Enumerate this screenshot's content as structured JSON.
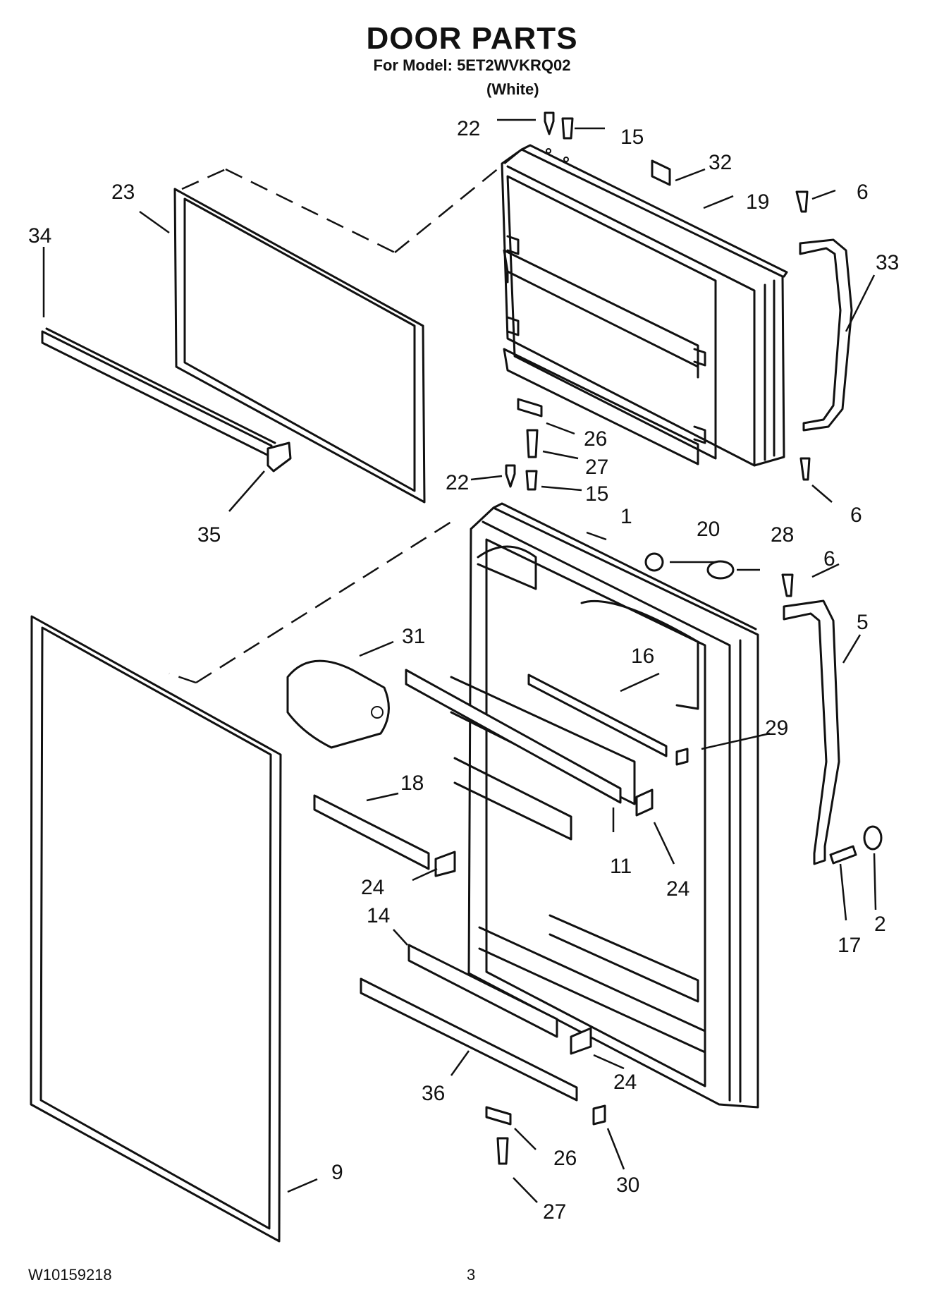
{
  "header": {
    "title": "DOOR PARTS",
    "model_line": "For Model: 5ET2WVKRQ02",
    "variant": "(White)"
  },
  "footer": {
    "doc_number": "W10159218",
    "page_number": "3"
  },
  "callouts": {
    "c22a": "22",
    "c15a": "15",
    "c32": "32",
    "c19": "19",
    "c6a": "6",
    "c33": "33",
    "c23": "23",
    "c34": "34",
    "c26a": "26",
    "c27a": "27",
    "c22b": "22",
    "c15b": "15",
    "c6b": "6",
    "c35": "35",
    "c1": "1",
    "c20": "20",
    "c28": "28",
    "c6c": "6",
    "c5": "5",
    "c31": "31",
    "c16": "16",
    "c29": "29",
    "c18": "18",
    "c11": "11",
    "c24a": "24",
    "c24b": "24",
    "c17": "17",
    "c2": "2",
    "c14": "14",
    "c24c": "24",
    "c36": "36",
    "c26b": "26",
    "c30": "30",
    "c9": "9",
    "c27b": "27"
  }
}
